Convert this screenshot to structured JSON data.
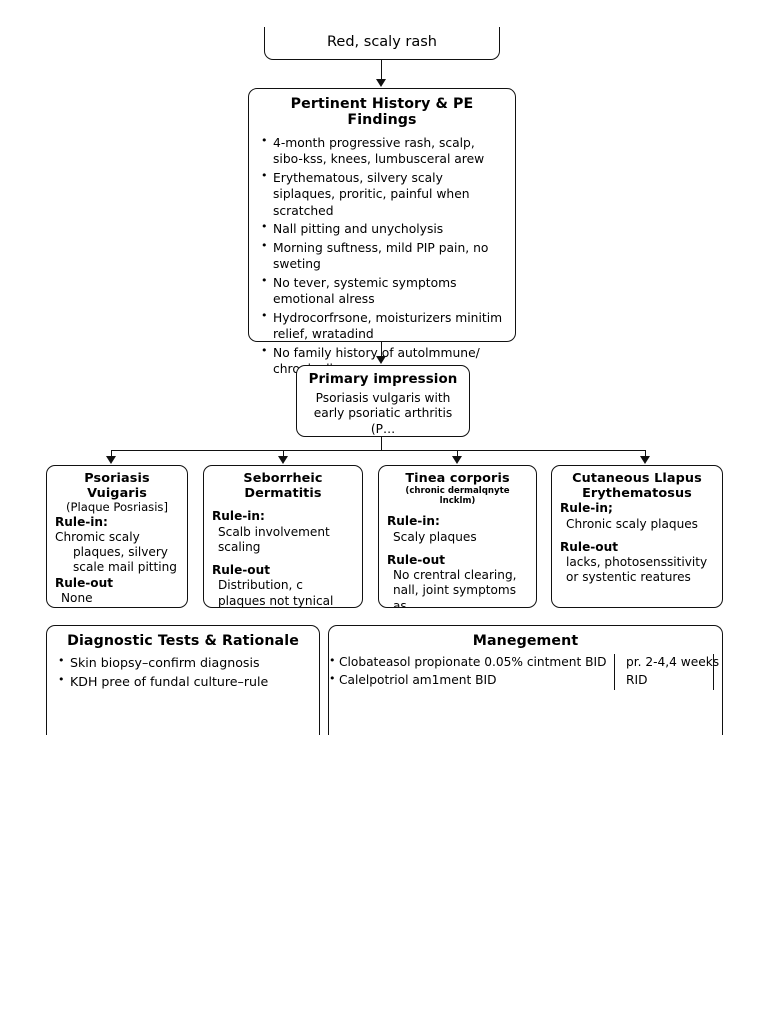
{
  "diagram": {
    "type": "clinical-decision-flowchart",
    "root": {
      "label": "Red, scaly rash"
    },
    "history": {
      "title": "Pertinent History & PE Findings",
      "bullets": [
        "4-month progressive rash, scalp, sibo-kss, knees, lumbusceral arew",
        "Erythematous, silvery scaly siplaques, proritic, painful when scratched",
        "Nall pitting and unycholysis",
        "Morning suftness, mild PIP pain, no sweting",
        "No tever, systemic symptoms emotional alress",
        "Hydrocorfrsone, moisturizers minitim relief, wratadind",
        "No family history of autolmmune/ chronic diseases"
      ]
    },
    "impression": {
      "title": "Primary impression",
      "line1": "Psoriasis vulgaris with",
      "line2": "early psoriatic arthritis (P…"
    },
    "differentials": [
      {
        "title": "Psoriasis Vuigaris",
        "subtitle": "(Plaque Posriasis]",
        "subtitle_style": "normal",
        "rule_in_label": "Rule-in:",
        "rule_in_lines": [
          "Chromic scaly",
          "plaques, silvery",
          "scale mail pitting"
        ],
        "rule_out_label": "Rule-out",
        "rule_out_lines": [
          "None"
        ]
      },
      {
        "title": "Seborrheic Dermatitis",
        "subtitle": "",
        "subtitle_style": "normal",
        "rule_in_label": "Rule-in:",
        "rule_in_lines": [
          "Scalb involvement",
          "scaling"
        ],
        "rule_out_label": "Rule-out",
        "rule_out_lines": [
          "Distribution, c",
          "plaques not tynical"
        ]
      },
      {
        "title": "Tinea corporis",
        "subtitle": "(chronic dermalqnyte lncklm)",
        "subtitle_style": "tiny",
        "rule_in_label": "Rule-in:",
        "rule_in_lines": [
          "Scaly plaques"
        ],
        "rule_out_label": "Rule-out",
        "rule_out_lines": [
          "No crentral clearing,",
          "nall, joint symptoms as"
        ]
      },
      {
        "title": "Cutaneous Llapus",
        "subtitle": "Erythematosus",
        "subtitle_style": "bold",
        "rule_in_label": "Rule-in;",
        "rule_in_lines": [
          "Chronic scaly plaques"
        ],
        "rule_out_label": "Rule-out",
        "rule_out_lines": [
          "lacks, photosenssitivity",
          "or systentic reatures"
        ]
      }
    ],
    "tests": {
      "title": "Diagnostic Tests & Rationale",
      "bullets": [
        "Skin biopsy–confirm diagnosis",
        "KDH pree of fundal culture–rule"
      ]
    },
    "management": {
      "title": "Manegement",
      "rows": [
        {
          "drug": "Clobateasol propionate 0.05% cintment BID",
          "dose": "pr. 2-4,4 weeks"
        },
        {
          "drug": "Calelpotriol am1ment BID",
          "dose": "RID"
        }
      ]
    }
  }
}
